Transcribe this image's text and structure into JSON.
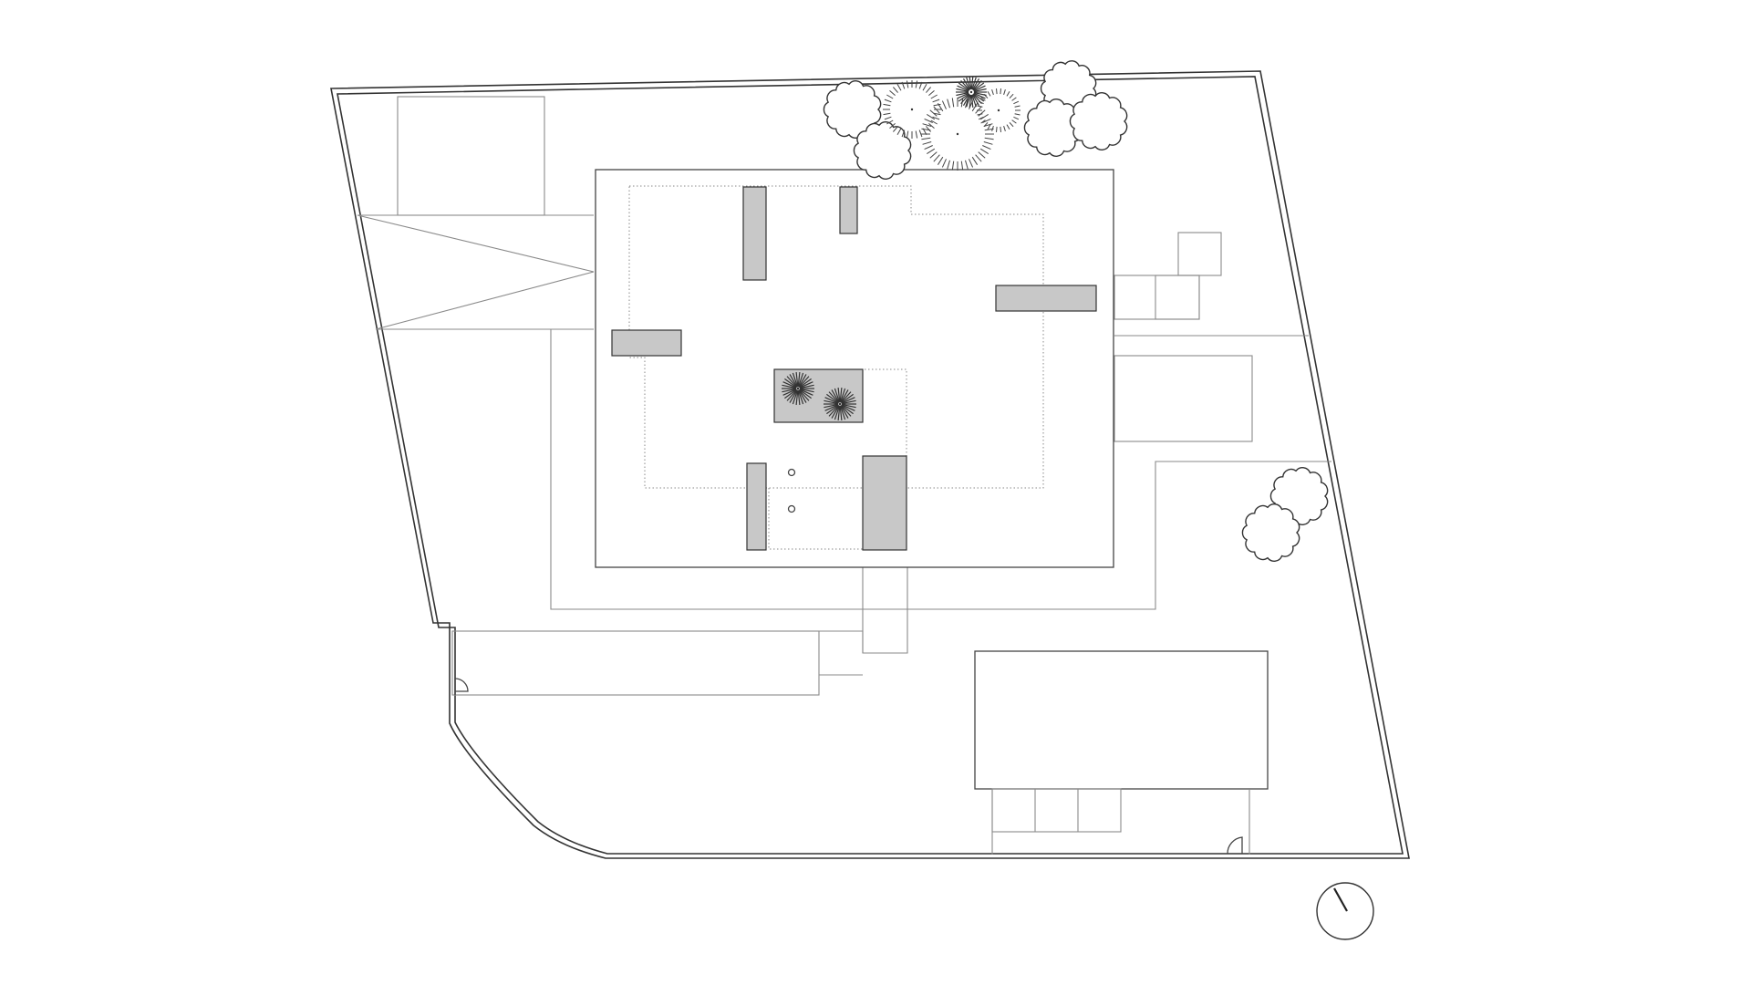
{
  "drawing": {
    "type": "site-plan",
    "title": "",
    "colors": {
      "background": "#ffffff",
      "line": "#333333",
      "thin_line": "#8a8a8a",
      "wall_fill": "#c8c8c8"
    },
    "elements": [
      "site-boundary",
      "main-building",
      "garage-building",
      "entry-canopy",
      "interior-walls",
      "courtyard",
      "trees",
      "gates",
      "north-arrow"
    ],
    "north_arrow": {
      "icon": "north-arrow-icon"
    },
    "text_labels": []
  }
}
